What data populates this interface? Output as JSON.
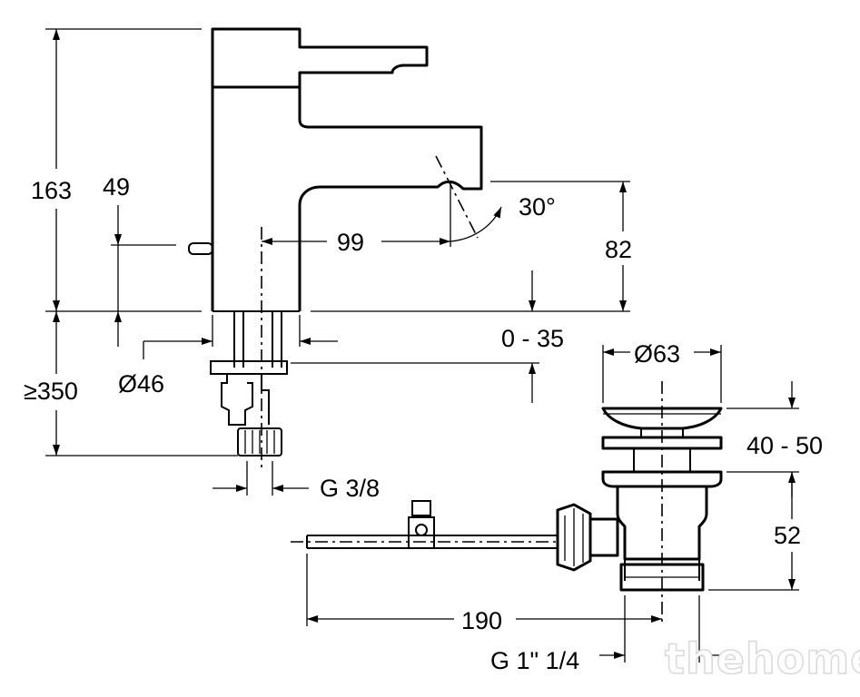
{
  "dimensions": {
    "height_total": "163",
    "aerator_height": "49",
    "projection": "99",
    "spout_angle": "30°",
    "spout_height": "82",
    "deck_thickness": "0 - 35",
    "hole_diameter": "Ø46",
    "hose_length": "≥350",
    "connection_thread": "G 3/8",
    "waste_diameter": "Ø63",
    "plug_lift": "40 - 50",
    "waste_depth": "52",
    "rod_length": "190",
    "waste_thread": "G 1\" 1/4"
  },
  "watermark": "thehome",
  "colors": {
    "line": "#000000",
    "background": "#ffffff",
    "watermark": "#d9d9d9"
  }
}
